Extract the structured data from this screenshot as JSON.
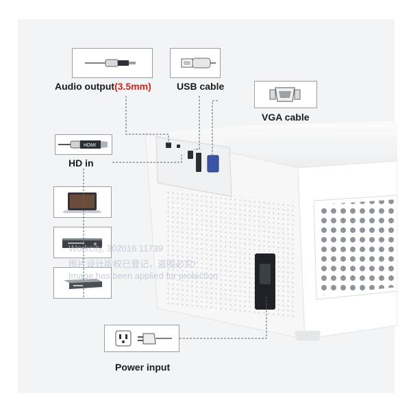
{
  "labels": {
    "audio_output": "Audio output",
    "audio_spec": "(3.5mm)",
    "usb_cable": "USB cable",
    "vga_cable": "VGA cable",
    "hd_in": "HD in",
    "power_input": "Power input"
  },
  "hdmi_plug_text": "HDMI",
  "watermark": {
    "line1": "Workcity, 302016 11739",
    "line2": "图片设计版权已登记，盗图必究!",
    "line3": "Image has been applied for protection"
  },
  "colors": {
    "accent": "#d0241b",
    "panel": "#f3f4f6",
    "device": "#ffffff"
  },
  "icons": [
    "audio-cable-icon",
    "usb-cable-icon",
    "vga-connector-icon",
    "hdmi-cable-icon",
    "laptop-icon",
    "dvd-player-icon",
    "set-top-box-icon",
    "power-plug-icon"
  ]
}
